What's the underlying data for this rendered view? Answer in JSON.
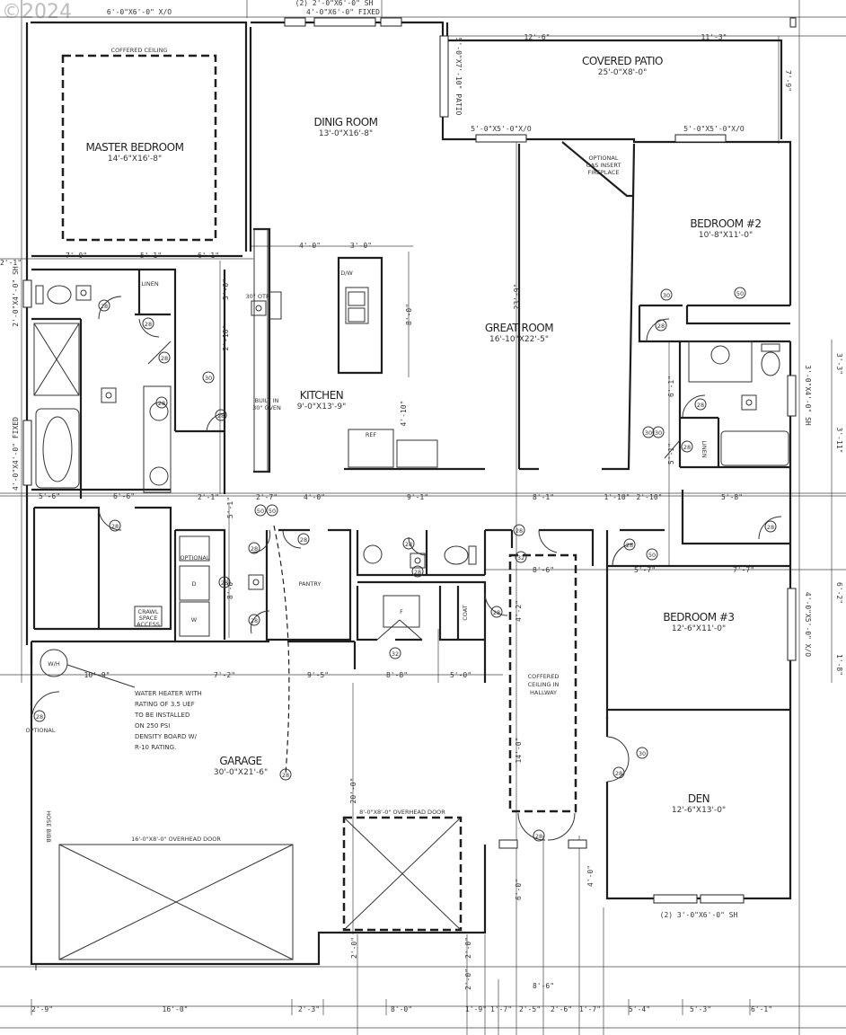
{
  "watermark": "©2024",
  "rooms": {
    "master_bedroom": {
      "name": "MASTER BEDROOM",
      "size": "14'-6\"X16'-8\"",
      "ceiling": "COFFERED CEILING"
    },
    "dining_room": {
      "name": "DINIG ROOM",
      "size": "13'-0\"X16'-8\""
    },
    "covered_patio": {
      "name": "COVERED PATIO",
      "size": "25'-0\"X8'-0\""
    },
    "great_room": {
      "name": "GREAT ROOM",
      "size": "16'-10\"X22'-5\""
    },
    "bedroom2": {
      "name": "BEDROOM #2",
      "size": "10'-8\"X11'-0\""
    },
    "kitchen": {
      "name": "KITCHEN",
      "size": "9'-0\"X13'-9\""
    },
    "bedroom3": {
      "name": "BEDROOM #3",
      "size": "12'-6\"X11'-0\""
    },
    "garage": {
      "name": "GARAGE",
      "size": "30'-0\"X21'-6\""
    },
    "den": {
      "name": "DEN",
      "size": "12'-6\"X13'-0\""
    }
  },
  "labels": {
    "linen1": "LINEN",
    "linen2": "LINEN",
    "pantry": "PANTRY",
    "coat": "COAT",
    "optional_left": "OPTIONAL",
    "optional_laundry": "OPTIONAL",
    "fireplace": [
      "OPTIONAL",
      "GAS INSERT",
      "FIREPLACE"
    ],
    "built_in_oven": [
      "BUILT IN",
      "30\" OVEN"
    ],
    "microwave": "30\" OTR",
    "dishwasher": "D/W",
    "refrigerator": "REF",
    "washer": "W",
    "dryer": "D",
    "freezer": "F",
    "water_heater": "W/H",
    "crawl_space": [
      "CRAWL",
      "SPACE",
      "ACCESS"
    ],
    "hallway_ceiling": [
      "COFFERED",
      "CEILING IN",
      "HALLWAY"
    ],
    "water_heater_note": [
      "WATER HEATER WITH",
      "RATING OF 3.5 UEF",
      "TO BE INSTALLED",
      "ON 250 PSI",
      "DENSITY BOARD W/",
      "R-10 RATING."
    ],
    "hose_bib": "HOSE BIBB",
    "garage_door_large": "16'-0\"X8'-0\" OVERHEAD DOOR",
    "garage_door_small": "8'-0\"X8'-0\" OVERHEAD DOOR",
    "garage_depth": "20'-0\""
  },
  "windows": {
    "top_master": "6'-0\"X6'-0\" X/O",
    "top_dining_1": "(2) 2'-0\"X6'-0\" SH",
    "top_dining_2": "4'-0\"X6'-0\" FIXED",
    "patio_door": "5'-0\"X7'-10\" PATIO",
    "great_room_1": "5'-0\"X5'-0\"X/O",
    "great_room_2": "5'-0\"X5'-0\"X/O",
    "left_bath": "2'-0\"X4'-0\" SH",
    "left_tub": "4'-0\"X4'-0\" FIXED",
    "right_bath": "3'-0\"X4'-0\" SH",
    "right_bedroom3": "4'-0\"X5'-0\" X/O",
    "bottom_den": "(2) 3'-0\"X6'-0\" SH"
  },
  "dims": {
    "top": [
      "12'-6\"",
      "11'-3\""
    ],
    "patio_right": "7'-9\"",
    "master_row": [
      "7'-0\"",
      "5'-1\"",
      "6'-1\""
    ],
    "bath_row": [
      "5'-6\"",
      "6'-6\""
    ],
    "kitchen_row": [
      "4'-0\"",
      "3'-0\""
    ],
    "island": "8'-0\"",
    "kitchen_v": "4'-10\"",
    "great_v": "23'-9\"",
    "hall_row": [
      "2'-1\"",
      "2'-7\"",
      "4'-0\"",
      "9'-1\"",
      "8'-1\"",
      "1'-10\"",
      "2'-10\"",
      "5'-8\""
    ],
    "mid_row": [
      "8'-6\"",
      "5'-7\"",
      "7'-7\""
    ],
    "garage_row": [
      "10'-9\"",
      "7'-2\"",
      "9'-5\"",
      "8'-8\"",
      "5'-0\""
    ],
    "hall_v": [
      "4'-2\"",
      "14'-0\"",
      "6'-0\"",
      "4'-0\""
    ],
    "bottom_v": [
      "2'-0\"",
      "2'-0\"",
      "2'-0\""
    ],
    "bottom_mid": "8'-6\"",
    "bottom_row": [
      "2'-9\"",
      "16'-0\"",
      "2'-3\"",
      "8'-0\"",
      "1'-9\"",
      "1'-7\"",
      "2'-5\"",
      "2'-6\"",
      "1'-7\"",
      "5'-4\"",
      "5'-3\"",
      "6'-1\""
    ],
    "right_col": [
      "3'-3\"",
      "3'-11\"",
      "6'-2\"",
      "1'-8\""
    ],
    "left_col": [
      "2'-1\""
    ],
    "bath_v": [
      "3'-0\"",
      "2'-10\"",
      "6'-1\"",
      "5'-1\""
    ],
    "stairs": [
      "8'-0\"",
      "5'-1\""
    ]
  },
  "door_tags": {
    "d1": "28",
    "d2": "28",
    "d3": "28",
    "d4": "28",
    "d5": "28",
    "d6": "28",
    "d7": "28",
    "d8": "28",
    "d9": "28",
    "d10": "28",
    "d11": "28",
    "d12": "28",
    "d13": "28",
    "d14": "28",
    "d15": "28",
    "d16": "28",
    "d17": "28",
    "d18": "28",
    "d19": "30",
    "d20": "30",
    "d21": "30",
    "d22": "50",
    "d23": "50",
    "d24": "50",
    "d25": "50",
    "d26": "30",
    "d27": "30",
    "d28": "32",
    "d29": "28",
    "d30": "28",
    "d31": "28",
    "d32": "28",
    "d33": "32",
    "d34": "28"
  }
}
